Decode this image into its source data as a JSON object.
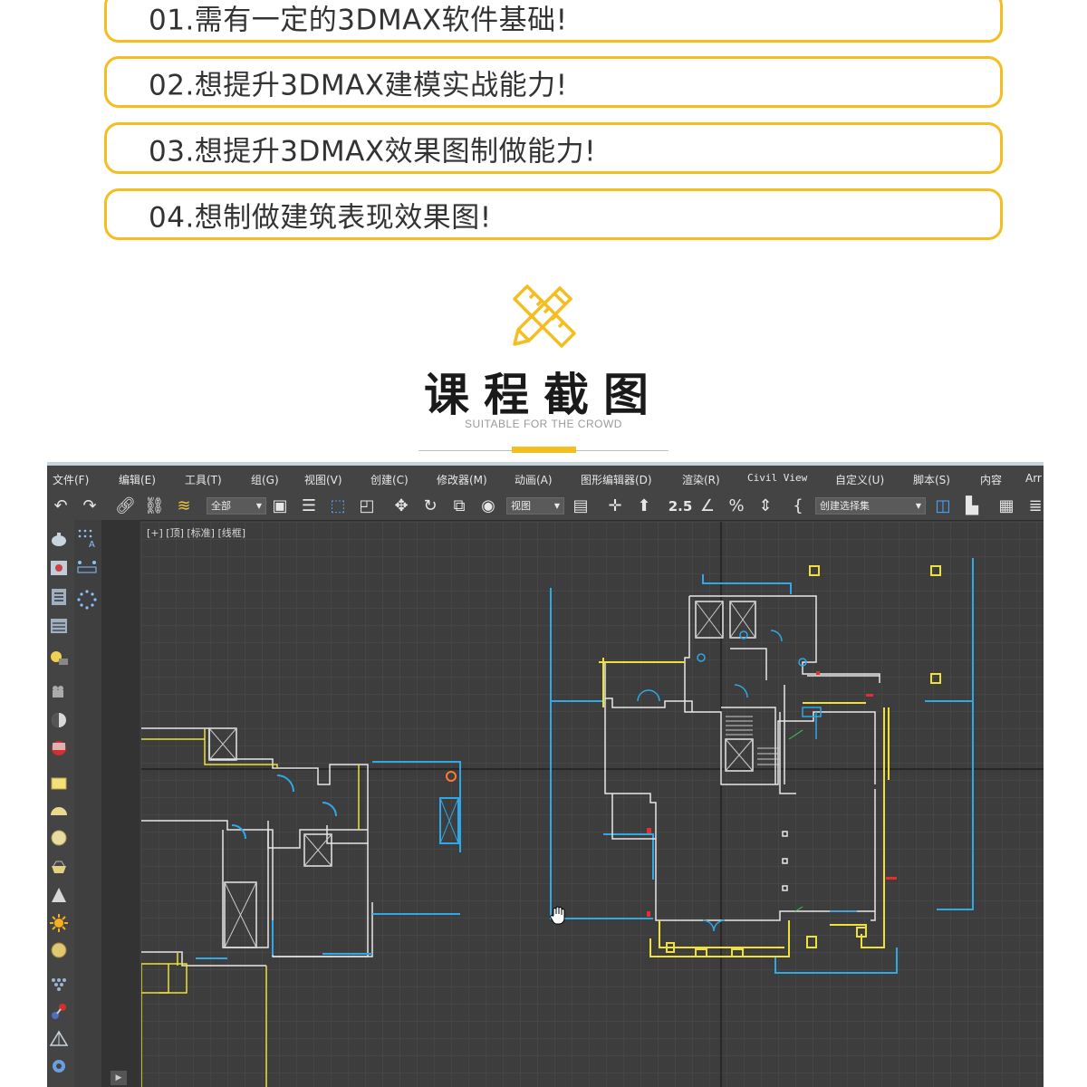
{
  "requirements": [
    "01.需有一定的3DMAX软件基础!",
    "02.想提升3DMAX建模实战能力!",
    "03.想提升3DMAX效果图制做能力!",
    "04.想制做建筑表现效果图!"
  ],
  "section": {
    "title": "课程截图",
    "subtitle": "SUITABLE FOR THE CROWD",
    "accent": "#f5bd1f"
  },
  "app": {
    "menu": [
      "文件(F)",
      "编辑(E)",
      "工具(T)",
      "组(G)",
      "视图(V)",
      "创建(C)",
      "修改器(M)",
      "动画(A)",
      "图形编辑器(D)",
      "渲染(R)",
      "Civil View",
      "自定义(U)",
      "脚本(S)",
      "内容",
      "Arr"
    ],
    "toolbar": {
      "selection_filter": "全部",
      "ref_coord": "视图",
      "snap_value": "2.5",
      "named_selection": "创建选择集"
    },
    "viewport_label": "[+] [顶] [标准] [线框]",
    "colors": {
      "viewport_bg": "#3d3d3d",
      "grid": "#4c4c4c",
      "wall": "#e6e6e6",
      "window": "#2ea8e6",
      "yellow": "#f0e03a",
      "red": "#e03030"
    }
  }
}
